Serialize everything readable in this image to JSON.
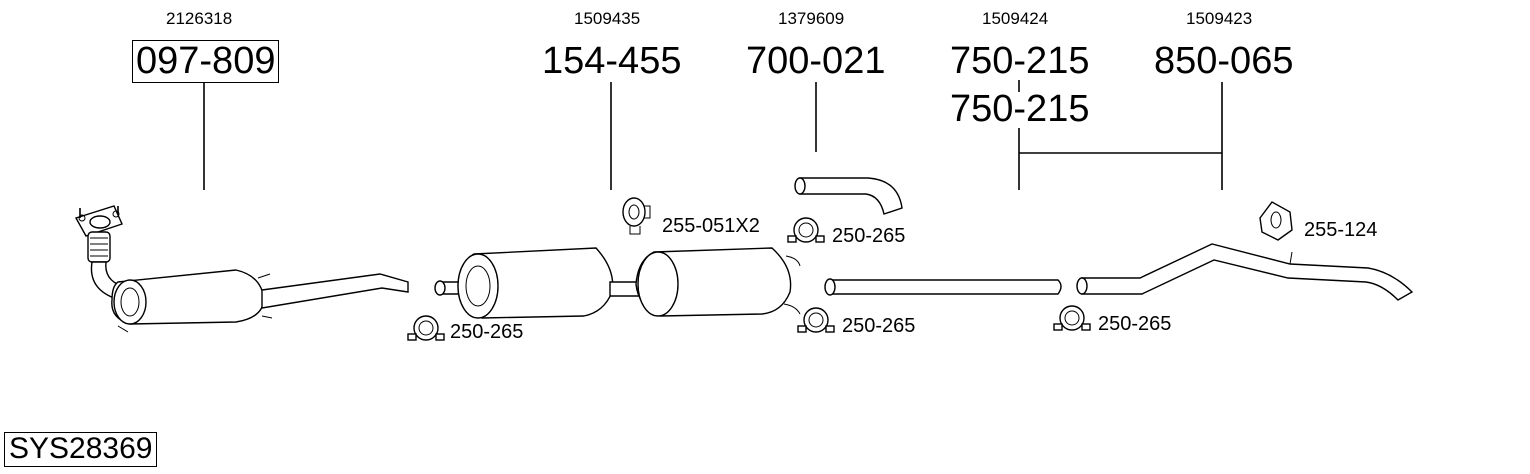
{
  "parts": [
    {
      "oe": "2126318",
      "number": "097-809",
      "boxed": true
    },
    {
      "oe": "1509435",
      "number": "154-455"
    },
    {
      "oe": "1379609",
      "number": "700-021"
    },
    {
      "oe": "1509424",
      "number": "750-215",
      "number2": "750-215"
    },
    {
      "oe": "1509423",
      "number": "850-065"
    }
  ],
  "accessories": {
    "clamp_a": "250-265",
    "clamp_b": "250-265",
    "clamp_c": "250-265",
    "clamp_d": "250-265",
    "hanger_a": "255-051X2",
    "hanger_b": "255-124"
  },
  "system_id": "SYS28369"
}
